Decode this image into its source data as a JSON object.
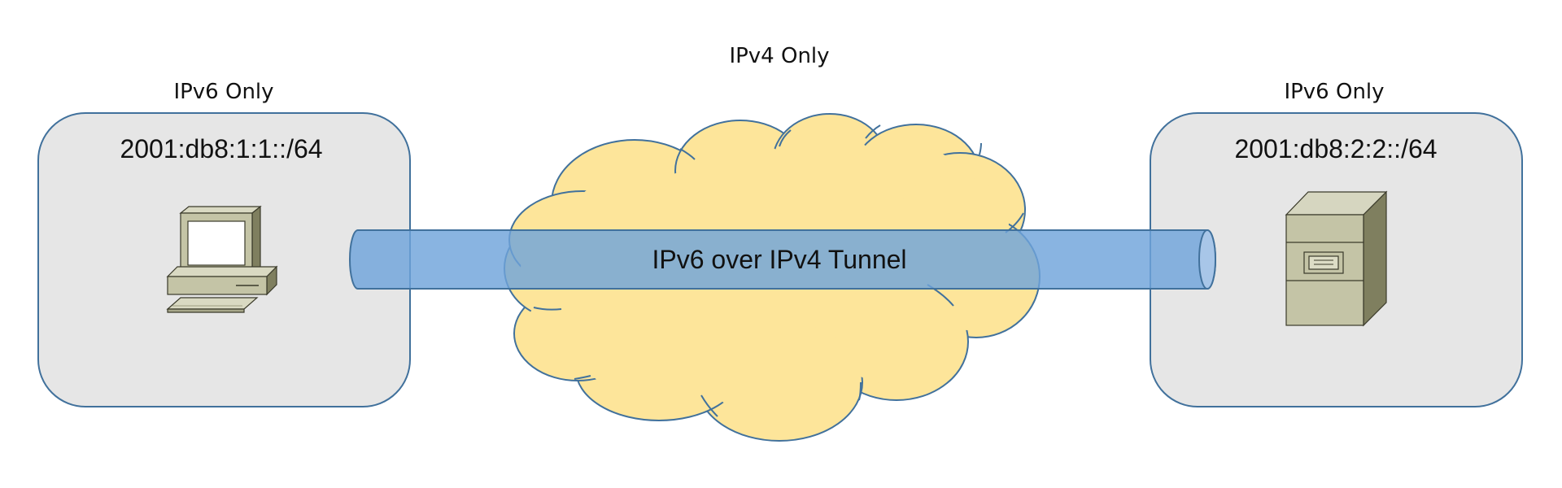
{
  "labels": {
    "left_region": "IPv6 Only",
    "center_region": "IPv4 Only",
    "right_region": "IPv6 Only",
    "left_subnet": "2001:db8:1:1::/64",
    "right_subnet": "2001:db8:2:2::/64",
    "tunnel": "IPv6 over IPv4 Tunnel"
  },
  "icons": {
    "left_device": "desktop-computer-icon",
    "right_device": "server-icon"
  },
  "colors": {
    "site_fill": "#e6e6e6",
    "site_stroke": "#41719c",
    "cloud_fill": "#fde59a",
    "cloud_stroke": "#41719c",
    "tunnel_fill": "#6fa3da",
    "tunnel_stroke": "#41719c"
  }
}
